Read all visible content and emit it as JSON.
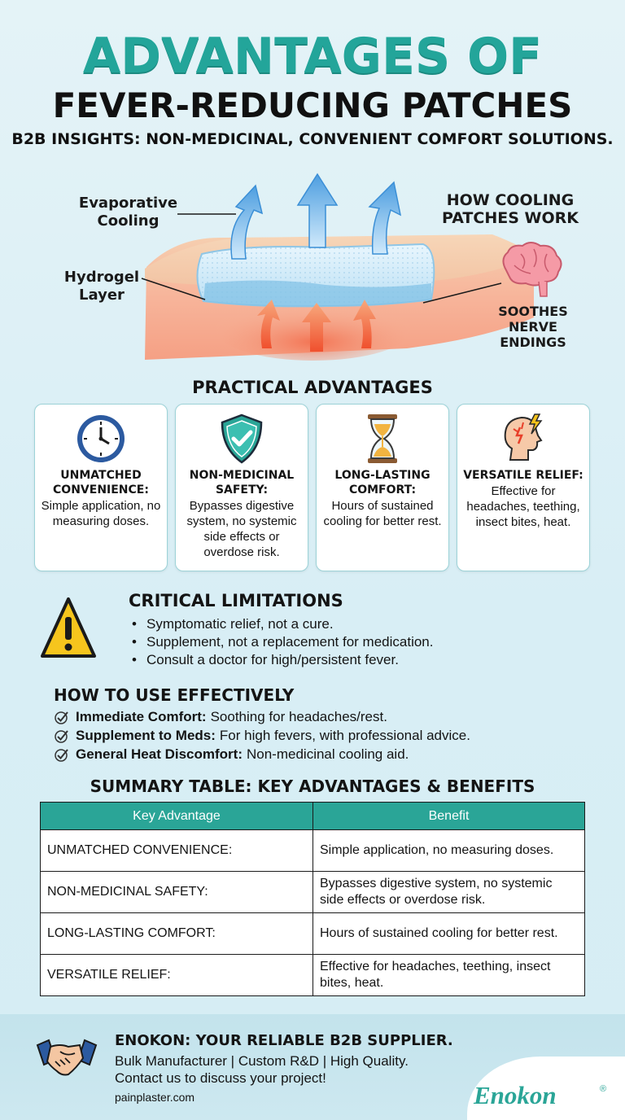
{
  "header": {
    "title_line1": "ADVANTAGES OF",
    "title_line2": "FEVER-REDUCING PATCHES",
    "subtitle": "B2B INSIGHTS: NON-MEDICINAL, CONVENIENT COMFORT SOLUTIONS."
  },
  "diagram": {
    "label_evaporative": "Evaporative Cooling",
    "label_hydrogel": "Hydrogel Layer",
    "heading": "HOW COOLING PATCHES WORK",
    "label_nerves": "SOOTHES NERVE ENDINGS"
  },
  "practical": {
    "heading": "PRACTICAL ADVANTAGES",
    "cards": [
      {
        "icon": "clock-icon",
        "title": "UNMATCHED CONVENIENCE:",
        "text": "Simple application, no measuring doses."
      },
      {
        "icon": "shield-check-icon",
        "title": "NON-MEDICINAL SAFETY:",
        "text": "Bypasses digestive system, no systemic side effects or overdose risk."
      },
      {
        "icon": "hourglass-icon",
        "title": "LONG-LASTING COMFORT:",
        "text": "Hours of sustained cooling for better rest."
      },
      {
        "icon": "head-lightning-icon",
        "title": "VERSATILE RELIEF:",
        "text": "Effective for headaches, teething, insect bites, heat."
      }
    ]
  },
  "limitations": {
    "icon": "warning-icon",
    "heading": "CRITICAL LIMITATIONS",
    "items": [
      "Symptomatic relief, not a cure.",
      "Supplement, not a replacement for medication.",
      "Consult a doctor for high/persistent fever."
    ]
  },
  "usage": {
    "heading": "HOW TO USE EFFECTIVELY",
    "items": [
      {
        "bold": "Immediate Comfort:",
        "text": "Soothing for headaches/rest."
      },
      {
        "bold": "Supplement to Meds:",
        "text": "For high fevers, with professional advice."
      },
      {
        "bold": "General Heat Discomfort:",
        "text": "Non-medicinal cooling aid."
      }
    ]
  },
  "table": {
    "heading": "SUMMARY TABLE: KEY ADVANTAGES & BENEFITS",
    "col1": "Key Advantage",
    "col2": "Benefit",
    "rows": [
      {
        "advantage": "UNMATCHED CONVENIENCE:",
        "benefit": "Simple application, no measuring doses."
      },
      {
        "advantage": "NON-MEDICINAL SAFETY:",
        "benefit": "Bypasses digestive system, no systemic side effects or overdose risk."
      },
      {
        "advantage": "LONG-LASTING COMFORT:",
        "benefit": "Hours of sustained cooling for better rest."
      },
      {
        "advantage": "VERSATILE RELIEF:",
        "benefit": "Effective for headaches, teething, insect bites, heat."
      }
    ]
  },
  "footer": {
    "icon": "handshake-icon",
    "title": "ENOKON: YOUR RELIABLE B2B SUPPLIER.",
    "line1": "Bulk Manufacturer | Custom R&D | High Quality.",
    "line2": "Contact us to discuss your project!",
    "url": "painplaster.com",
    "logo": "Enokon",
    "logo_mark": "®"
  },
  "colors": {
    "teal": "#2aa597",
    "background": "#dcf0f6",
    "warning": "#f6c51d"
  }
}
